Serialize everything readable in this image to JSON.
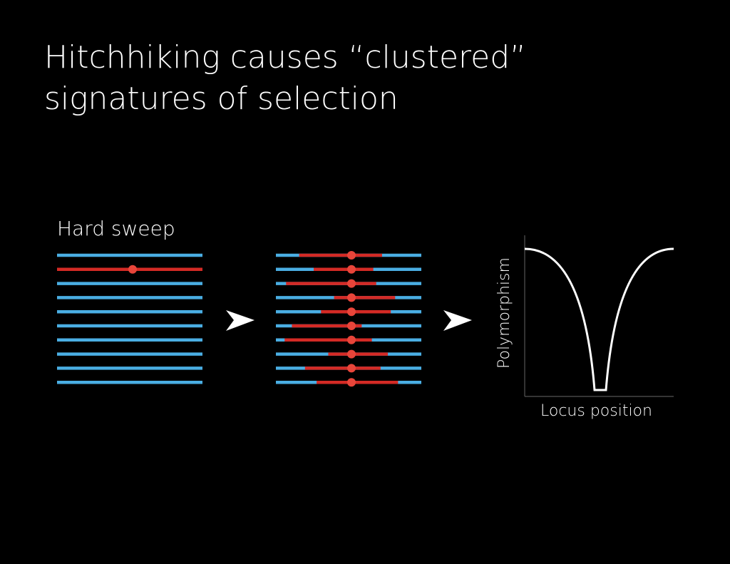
{
  "title": {
    "line1": "Hitchhiking causes “clustered”",
    "line2": "signatures of selection"
  },
  "diagram": {
    "panel_label": "Hard sweep",
    "colors": {
      "background": "#000000",
      "neutral_chromosome": "#4aaee3",
      "selected_segment": "#d42a25",
      "selected_allele": "#e8453a",
      "text": "#ffffff",
      "arrow": "#ffffff"
    },
    "before_sweep": {
      "chromosome_count": 10,
      "selected_chromosome_index": 1
    },
    "after_sweep": {
      "chromosome_count": 10,
      "note_shared_haplotype_fractions": [
        [
          0.16,
          0.73
        ],
        [
          0.26,
          0.67
        ],
        [
          0.07,
          0.69
        ],
        [
          0.4,
          0.82
        ],
        [
          0.31,
          0.79
        ],
        [
          0.11,
          0.59
        ],
        [
          0.06,
          0.66
        ],
        [
          0.36,
          0.77
        ],
        [
          0.2,
          0.72
        ],
        [
          0.28,
          0.84
        ]
      ]
    },
    "plot": {
      "ylabel": "Polymorphism",
      "xlabel": "Locus position",
      "curve_shape": "trough"
    }
  }
}
